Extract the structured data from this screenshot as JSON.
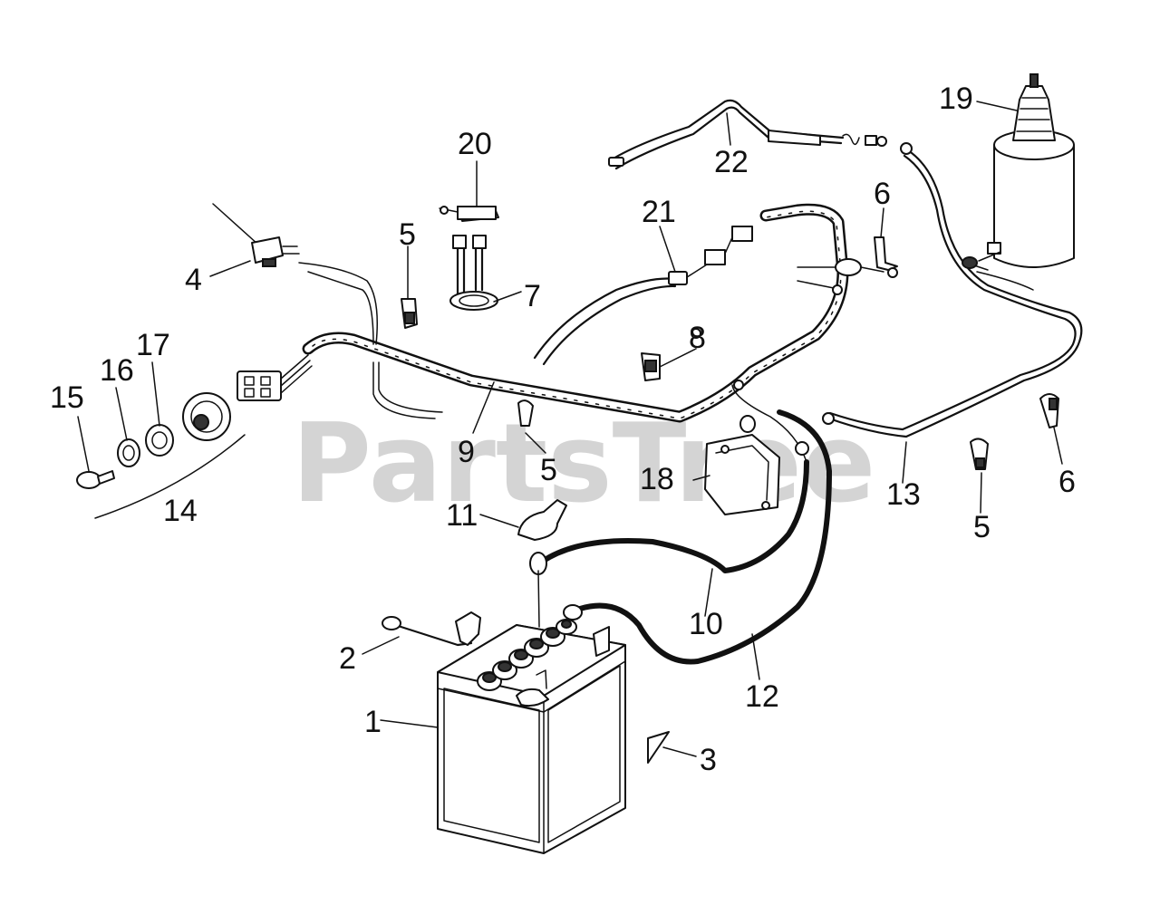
{
  "watermark": "PartsTree",
  "callouts": [
    {
      "id": "c1",
      "label": "1"
    },
    {
      "id": "c2",
      "label": "2"
    },
    {
      "id": "c3",
      "label": "3"
    },
    {
      "id": "c4",
      "label": "4"
    },
    {
      "id": "c5a",
      "label": "5"
    },
    {
      "id": "c5b",
      "label": "5"
    },
    {
      "id": "c5c",
      "label": "5"
    },
    {
      "id": "c6a",
      "label": "6"
    },
    {
      "id": "c6b",
      "label": "6"
    },
    {
      "id": "c7",
      "label": "7"
    },
    {
      "id": "c8",
      "label": "8"
    },
    {
      "id": "c9",
      "label": "9"
    },
    {
      "id": "c10",
      "label": "10"
    },
    {
      "id": "c11",
      "label": "11"
    },
    {
      "id": "c12",
      "label": "12"
    },
    {
      "id": "c13",
      "label": "13"
    },
    {
      "id": "c14",
      "label": "14"
    },
    {
      "id": "c15",
      "label": "15"
    },
    {
      "id": "c16",
      "label": "16"
    },
    {
      "id": "c17",
      "label": "17"
    },
    {
      "id": "c18",
      "label": "18"
    },
    {
      "id": "c19",
      "label": "19"
    },
    {
      "id": "c20",
      "label": "20"
    },
    {
      "id": "c21",
      "label": "21"
    },
    {
      "id": "c22",
      "label": "22"
    }
  ]
}
